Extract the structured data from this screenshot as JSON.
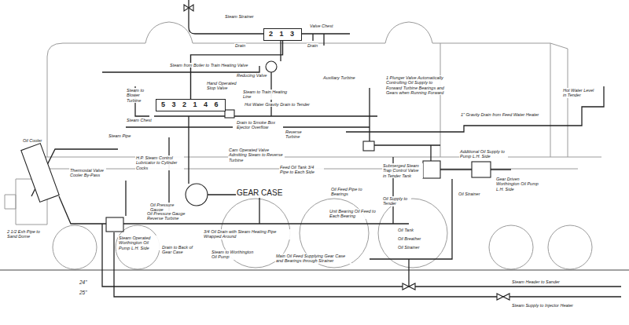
{
  "diagram": {
    "nodes": [
      {
        "text": [
          "2 1 3"
        ]
      },
      {
        "text": [
          "5 3 2 1 4 6"
        ]
      }
    ],
    "edges": [
      {
        "from": 0,
        "to": 1,
        "arrow": "none"
      }
    ],
    "labels": [
      "Steam from Boiler to Train Heating Valve",
      "Steam Strainer",
      "Valve Chest",
      "Drain",
      "Drain",
      "Reducing Valve",
      "Hand Operated Stop Valve",
      "Steam to Train Heating Line",
      "Hot Water Gravity Drain to Tender",
      "Auxiliary Turbine",
      "1 Plunger Valve Automatically Controlling Oil Supply to Forward Turbine Bearings and Gears when Running Forward",
      "Steam to Blower Turbine",
      "Steam Chest",
      "Steam Pipe",
      "Drain to Smoke Box Ejector Overflow",
      "Reverse Turbine",
      "Cam Operated Valve Admitting Steam to Reverse Turbine",
      "Oil Cooler",
      "Thermostat Valve Cooler By-Pass",
      "H.P. Steam Control Lubricator to Cylinder Cocks",
      "Oil Pressure Gauge",
      "Oil Pressure Gauge Reverse Turbine",
      "GEAR CASE",
      "Feed Oil Tank 3/4 Pipe to Each Side",
      "Oil Feed Pipe to Bearings",
      "Unit Bearing Oil Feed to Each Bearing",
      "Oil Supply to Tender",
      "Submerged Steam Trap Control Valve in Tender Tank",
      "Oil Strainer",
      "Additional Oil Supply to Pump L.H. Side",
      "Gear Driven Worthington Oil Pump L.H. Side",
      "1\" Gravity Drain from Feed Water Heater",
      "Hot Water Level in Tender",
      "Oil Tank",
      "Oil Breather",
      "Oil Strainer",
      "3/4 Oil Drain with Steam Heating Pipe Wrapped Around",
      "Drain to Back of Gear Case",
      "Steam to Worthington Oil Pump",
      "Main Oil Feed Supplying Gear Case and Bearings through Strainer",
      "Steam Operated Worthington Oil Pump L.H. Side",
      "2 1/2 Exh Pipe to Sand Dome",
      "24\"",
      "25\"",
      "Steam Header to Sander",
      "Steam Supply to Injector Heater"
    ]
  }
}
